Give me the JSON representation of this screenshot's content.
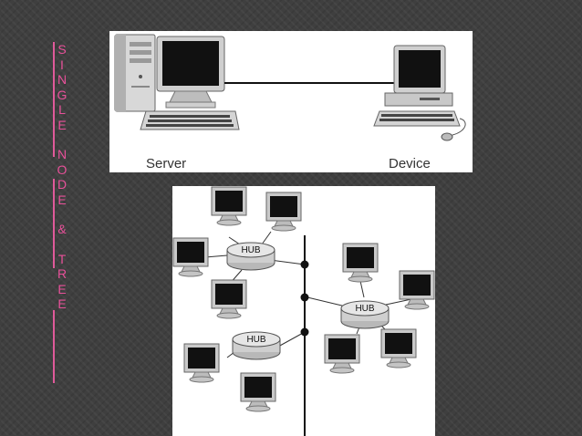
{
  "side_title": [
    "S",
    "I",
    "N",
    "G",
    "L",
    "E",
    "",
    "N",
    "O",
    "D",
    "E",
    "",
    "&",
    "",
    "T",
    "R",
    "E",
    "E"
  ],
  "single_node": {
    "left_label": "Server",
    "right_label": "Device"
  },
  "tree": {
    "hub_label": "HUB"
  },
  "colors": {
    "accent": "#e8519a",
    "background": "#3f3f3f",
    "panel": "#ffffff",
    "screen": "#111111"
  }
}
